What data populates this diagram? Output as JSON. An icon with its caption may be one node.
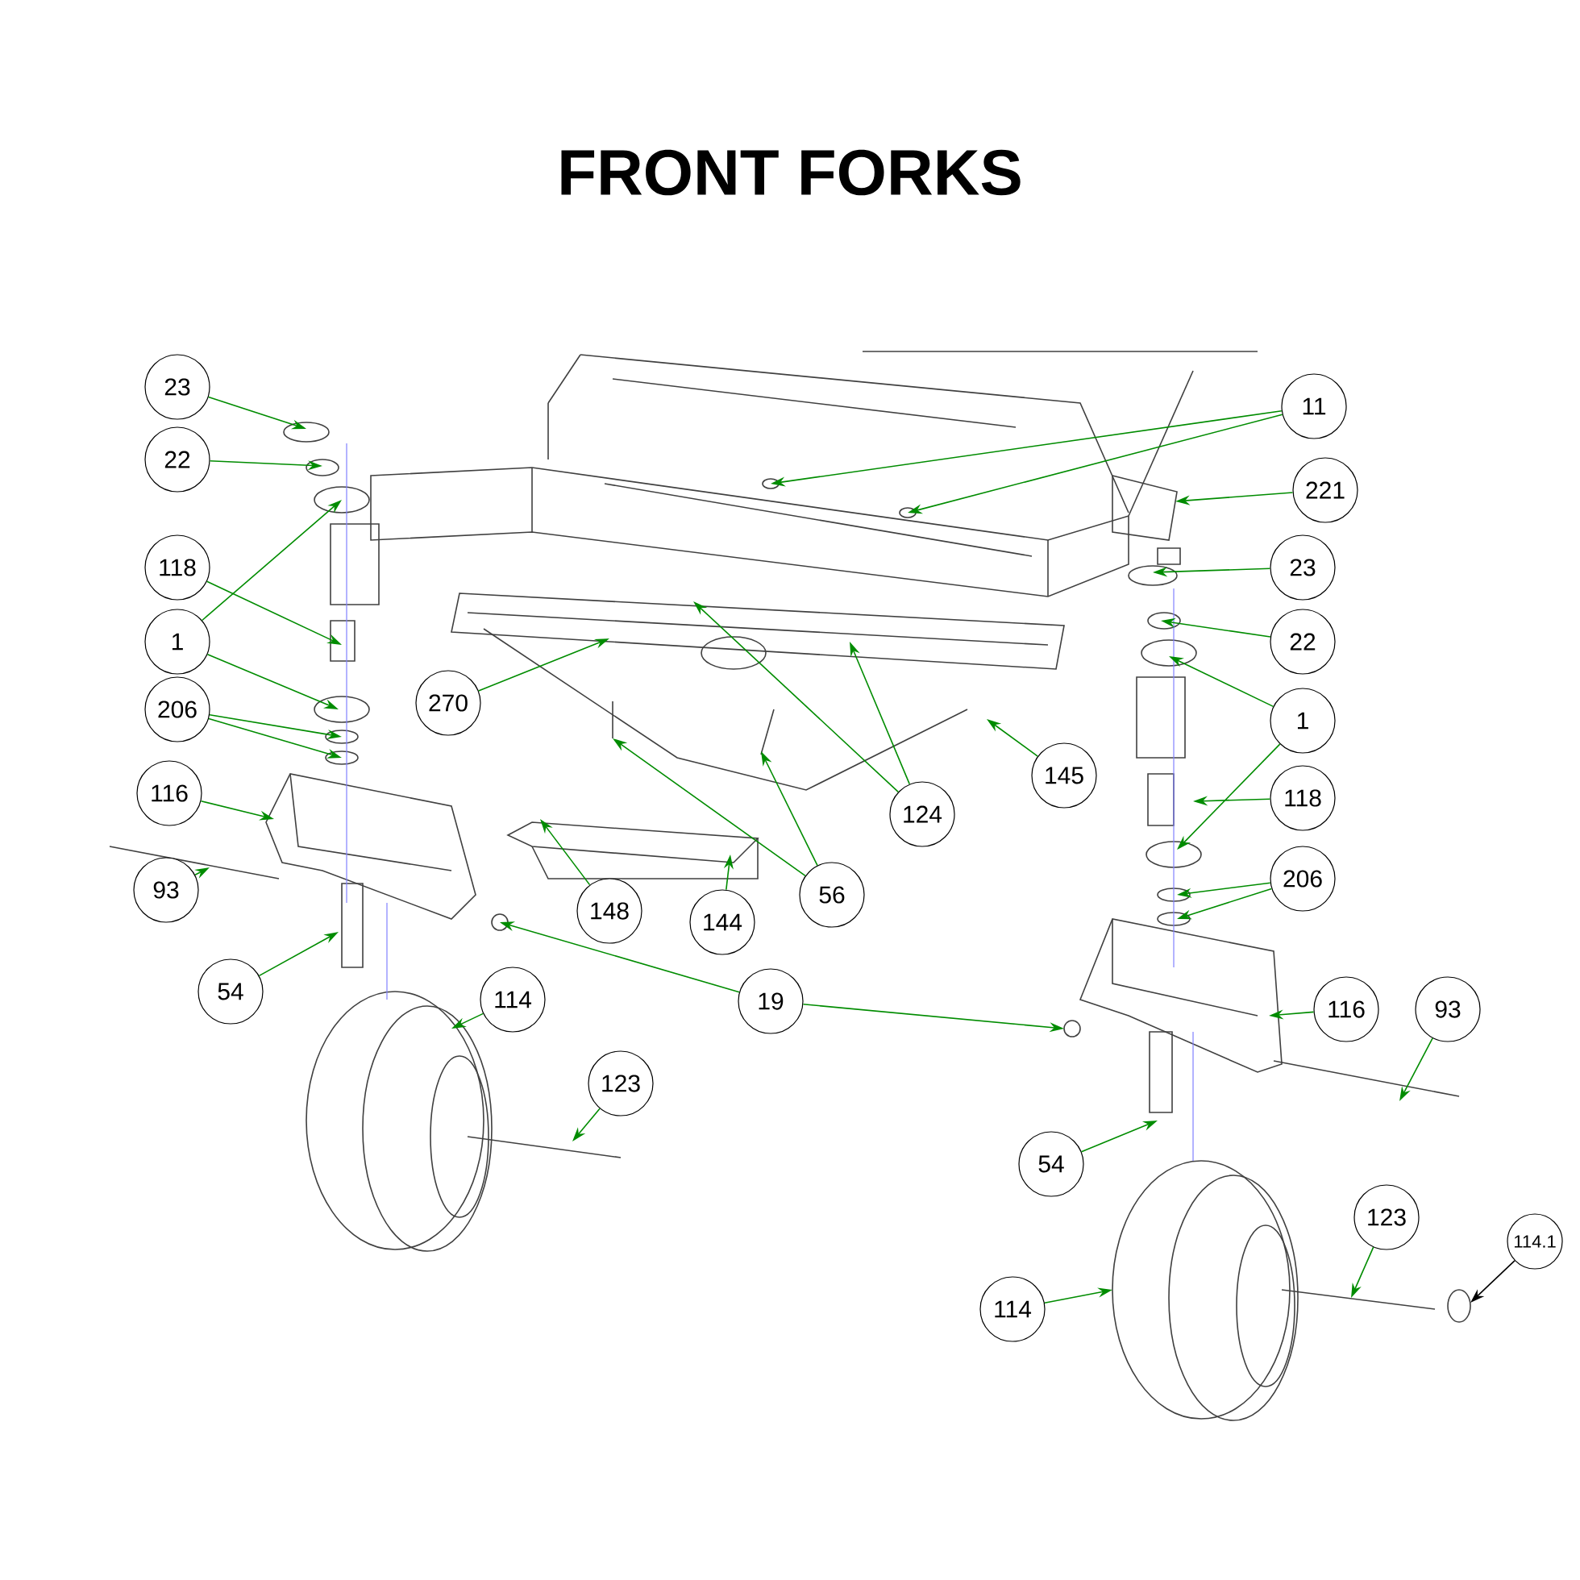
{
  "diagram": {
    "title": "FRONT FORKS",
    "nodes": [
      {
        "text": [
          "23"
        ]
      },
      {
        "text": [
          "11"
        ]
      },
      {
        "text": [
          "22"
        ]
      },
      {
        "text": [
          "221"
        ]
      },
      {
        "text": [
          "118"
        ]
      },
      {
        "text": [
          "23"
        ]
      },
      {
        "text": [
          "1"
        ]
      },
      {
        "text": [
          "22"
        ]
      },
      {
        "text": [
          "270"
        ]
      },
      {
        "text": [
          "206"
        ]
      },
      {
        "text": [
          "1"
        ]
      },
      {
        "text": [
          "145"
        ]
      },
      {
        "text": [
          "116"
        ]
      },
      {
        "text": [
          "118"
        ]
      },
      {
        "text": [
          "124"
        ]
      },
      {
        "text": [
          "206"
        ]
      },
      {
        "text": [
          "93"
        ]
      },
      {
        "text": [
          "56"
        ]
      },
      {
        "text": [
          "148"
        ]
      },
      {
        "text": [
          "144"
        ]
      },
      {
        "text": [
          "54"
        ]
      },
      {
        "text": [
          "114"
        ]
      },
      {
        "text": [
          "19"
        ]
      },
      {
        "text": [
          "116"
        ]
      },
      {
        "text": [
          "93"
        ]
      },
      {
        "text": [
          "123"
        ]
      },
      {
        "text": [
          "54"
        ]
      },
      {
        "text": [
          "123"
        ]
      },
      {
        "text": [
          "114.1"
        ]
      },
      {
        "text": [
          "114"
        ]
      }
    ],
    "edges": [
      {
        "from": 0,
        "to": null,
        "arrow": "to"
      },
      {
        "from": 1,
        "to": null,
        "arrow": "to"
      },
      {
        "from": 1,
        "to": null,
        "arrow": "to"
      },
      {
        "from": 2,
        "to": null,
        "arrow": "to"
      },
      {
        "from": 3,
        "to": null,
        "arrow": "to"
      },
      {
        "from": 4,
        "to": null,
        "arrow": "to"
      },
      {
        "from": 5,
        "to": null,
        "arrow": "to"
      },
      {
        "from": 6,
        "to": null,
        "arrow": "to"
      },
      {
        "from": 6,
        "to": null,
        "arrow": "to"
      },
      {
        "from": 7,
        "to": null,
        "arrow": "to"
      },
      {
        "from": 8,
        "to": null,
        "arrow": "to"
      },
      {
        "from": 9,
        "to": null,
        "arrow": "to"
      },
      {
        "from": 9,
        "to": null,
        "arrow": "to"
      },
      {
        "from": 10,
        "to": null,
        "arrow": "to"
      },
      {
        "from": 10,
        "to": null,
        "arrow": "to"
      },
      {
        "from": 11,
        "to": null,
        "arrow": "to"
      },
      {
        "from": 12,
        "to": null,
        "arrow": "to"
      },
      {
        "from": 13,
        "to": null,
        "arrow": "to"
      },
      {
        "from": 14,
        "to": null,
        "arrow": "to"
      },
      {
        "from": 14,
        "to": null,
        "arrow": "to"
      },
      {
        "from": 15,
        "to": null,
        "arrow": "to"
      },
      {
        "from": 15,
        "to": null,
        "arrow": "to"
      },
      {
        "from": 16,
        "to": null,
        "arrow": "to"
      },
      {
        "from": 17,
        "to": null,
        "arrow": "to"
      },
      {
        "from": 17,
        "to": null,
        "arrow": "to"
      },
      {
        "from": 18,
        "to": null,
        "arrow": "to"
      },
      {
        "from": 19,
        "to": null,
        "arrow": "to"
      },
      {
        "from": 20,
        "to": null,
        "arrow": "to"
      },
      {
        "from": 21,
        "to": null,
        "arrow": "to"
      },
      {
        "from": 22,
        "to": null,
        "arrow": "to"
      },
      {
        "from": 22,
        "to": null,
        "arrow": "to"
      },
      {
        "from": 23,
        "to": null,
        "arrow": "to"
      },
      {
        "from": 24,
        "to": null,
        "arrow": "to"
      },
      {
        "from": 25,
        "to": null,
        "arrow": "to"
      },
      {
        "from": 26,
        "to": null,
        "arrow": "to"
      },
      {
        "from": 27,
        "to": null,
        "arrow": "to"
      },
      {
        "from": 28,
        "to": null,
        "arrow": "to",
        "color": "#000000"
      },
      {
        "from": 29,
        "to": null,
        "arrow": "to"
      }
    ]
  }
}
